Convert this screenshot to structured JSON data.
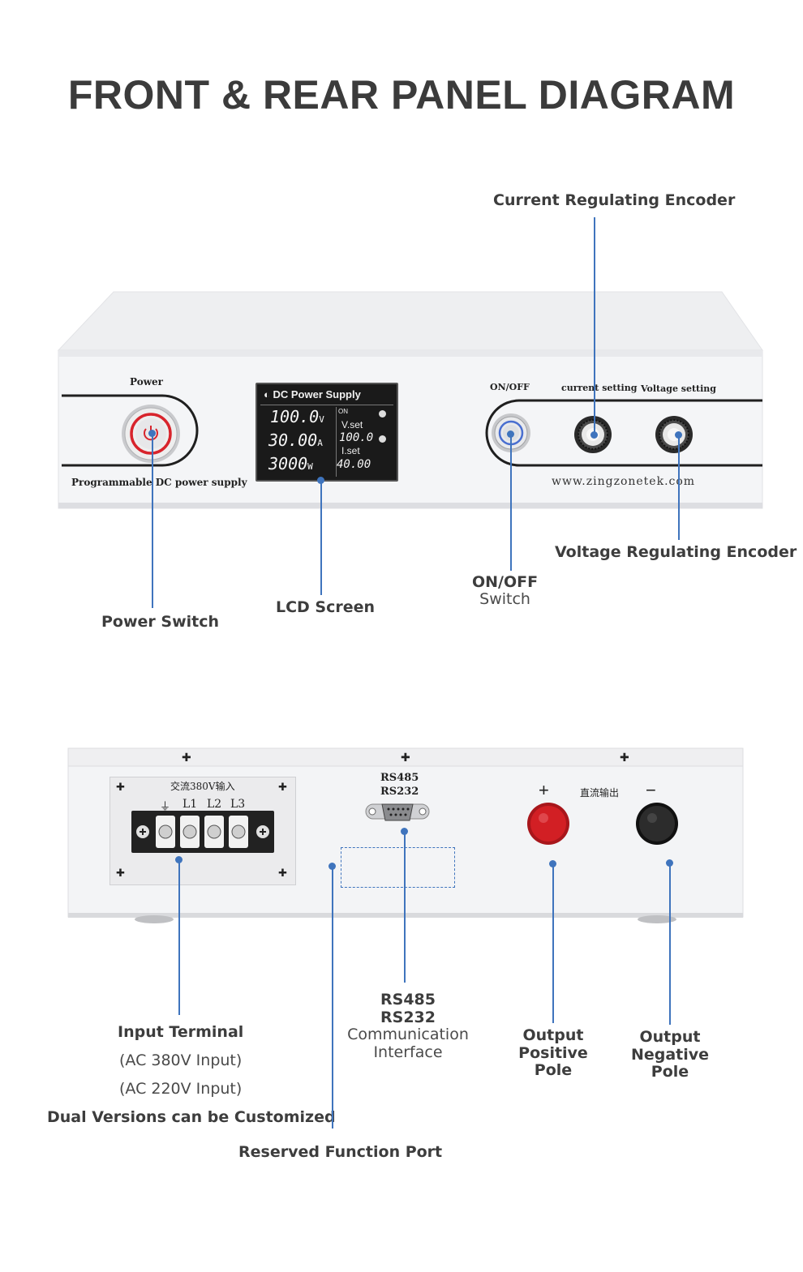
{
  "title": "FRONT & REAR PANEL DIAGRAM",
  "front_panel": {
    "power_text": "Power",
    "programmable_text": "Programmable DC power supply",
    "lcd": {
      "header": "DC Power Supply",
      "voltage": "100.0",
      "voltage_unit": "V",
      "current": "30.00",
      "current_unit": "A",
      "power": "3000",
      "power_unit": "W",
      "on_label": "ON",
      "vset_label": "V.set",
      "vset_value": "100.0",
      "iset_label": "I.set",
      "iset_value": "40.00"
    },
    "on_off_text": "ON/OFF",
    "current_setting_text": "current setting",
    "voltage_setting_text": "Voltage setting",
    "url": "www.zingzonetek.com"
  },
  "rear_panel": {
    "ac_input_text": "交流380V输入",
    "terminal_labels": [
      "⏚",
      "L1",
      "L2",
      "L3"
    ],
    "rs485_text": "RS485",
    "rs232_text": "RS232",
    "dc_output_text": "直流输出",
    "plus_sign": "+",
    "minus_sign": "−"
  },
  "callouts": {
    "current_encoder": "Current Regulating Encoder",
    "voltage_encoder": "Voltage Regulating Encoder",
    "power_switch": "Power Switch",
    "lcd_screen": "LCD Screen",
    "on_off_line1": "ON/OFF",
    "on_off_line2": "Switch",
    "input_terminal": "Input Terminal",
    "input_ac380": "(AC 380V Input)",
    "input_ac220": "(AC 220V Input)",
    "dual_versions": "Dual Versions can be Customized",
    "rs485": "RS485",
    "rs232": "RS232",
    "communication": "Communication",
    "interface": "Interface",
    "out_pos_1": "Output",
    "out_pos_2": "Positive",
    "out_pos_3": "Pole",
    "out_neg_1": "Output",
    "out_neg_2": "Negative",
    "out_neg_3": "Pole",
    "reserved_port": "Reserved Function Port"
  },
  "colors": {
    "accent_line": "#3f74bd",
    "power_button_ring": "#d8242c",
    "positive_pole": "#d21f24",
    "negative_pole": "#222222",
    "lcd_background": "#1a1a1a"
  }
}
